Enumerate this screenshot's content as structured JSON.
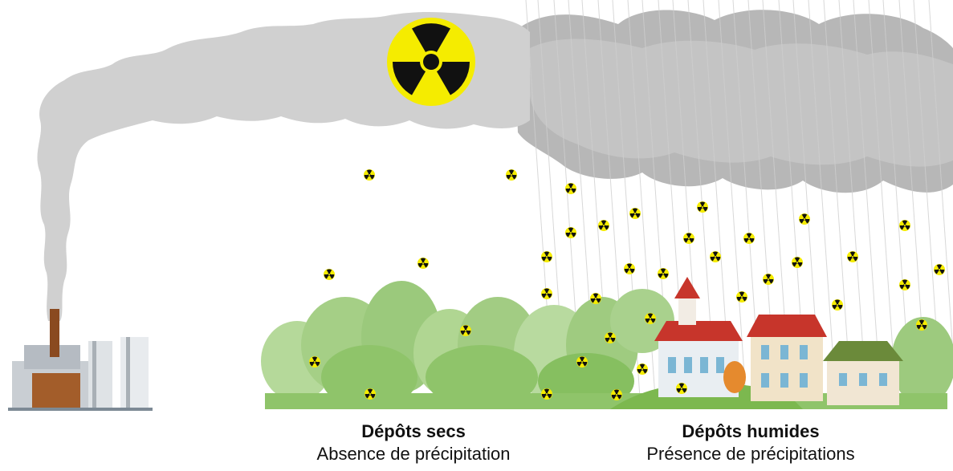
{
  "captions": {
    "dry": {
      "title": "Dépôts secs",
      "subtitle": "Absence de précipitation"
    },
    "wet": {
      "title": "Dépôts humides",
      "subtitle": "Présence de précipitations"
    }
  },
  "icons": {
    "main": "radiation-icon",
    "particles": "radiation-particle-icon",
    "source": "nuclear-plant-icon"
  },
  "colors": {
    "radiation_yellow": "#f5ec00",
    "radiation_black": "#111111",
    "plume": "#cfcfcf",
    "rain_cloud": "#b9b9b9",
    "vegetation": "#8fc46a",
    "roof": "#c7352b"
  }
}
